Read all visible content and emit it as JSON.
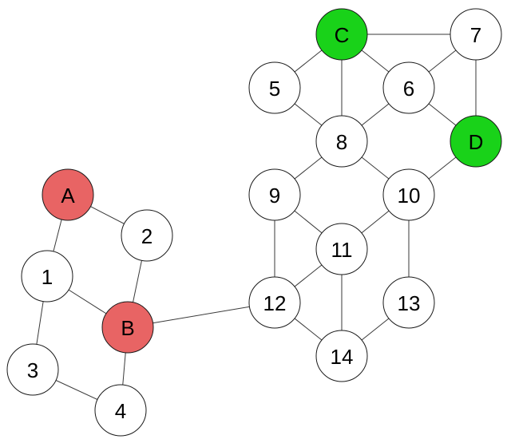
{
  "graph": {
    "nodes": [
      {
        "id": "A",
        "label": "A",
        "color": "#e86464"
      },
      {
        "id": "B",
        "label": "B",
        "color": "#e86464"
      },
      {
        "id": "C",
        "label": "C",
        "color": "#19d219"
      },
      {
        "id": "D",
        "label": "D",
        "color": "#19d219"
      },
      {
        "id": "1",
        "label": "1",
        "color": "#ffffff"
      },
      {
        "id": "2",
        "label": "2",
        "color": "#ffffff"
      },
      {
        "id": "3",
        "label": "3",
        "color": "#ffffff"
      },
      {
        "id": "4",
        "label": "4",
        "color": "#ffffff"
      },
      {
        "id": "5",
        "label": "5",
        "color": "#ffffff"
      },
      {
        "id": "6",
        "label": "6",
        "color": "#ffffff"
      },
      {
        "id": "7",
        "label": "7",
        "color": "#ffffff"
      },
      {
        "id": "8",
        "label": "8",
        "color": "#ffffff"
      },
      {
        "id": "9",
        "label": "9",
        "color": "#ffffff"
      },
      {
        "id": "10",
        "label": "10",
        "color": "#ffffff"
      },
      {
        "id": "11",
        "label": "11",
        "color": "#ffffff"
      },
      {
        "id": "12",
        "label": "12",
        "color": "#ffffff"
      },
      {
        "id": "13",
        "label": "13",
        "color": "#ffffff"
      },
      {
        "id": "14",
        "label": "14",
        "color": "#ffffff"
      }
    ],
    "edges": [
      [
        "A",
        "1"
      ],
      [
        "A",
        "2"
      ],
      [
        "2",
        "B"
      ],
      [
        "1",
        "B"
      ],
      [
        "1",
        "3"
      ],
      [
        "3",
        "4"
      ],
      [
        "4",
        "B"
      ],
      [
        "B",
        "12"
      ],
      [
        "C",
        "7"
      ],
      [
        "C",
        "5"
      ],
      [
        "C",
        "6"
      ],
      [
        "C",
        "8"
      ],
      [
        "7",
        "6"
      ],
      [
        "7",
        "D"
      ],
      [
        "5",
        "8"
      ],
      [
        "6",
        "8"
      ],
      [
        "6",
        "D"
      ],
      [
        "D",
        "10"
      ],
      [
        "8",
        "9"
      ],
      [
        "8",
        "10"
      ],
      [
        "9",
        "12"
      ],
      [
        "9",
        "11"
      ],
      [
        "10",
        "11"
      ],
      [
        "10",
        "13"
      ],
      [
        "11",
        "12"
      ],
      [
        "11",
        "14"
      ],
      [
        "12",
        "14"
      ],
      [
        "13",
        "14"
      ]
    ]
  }
}
